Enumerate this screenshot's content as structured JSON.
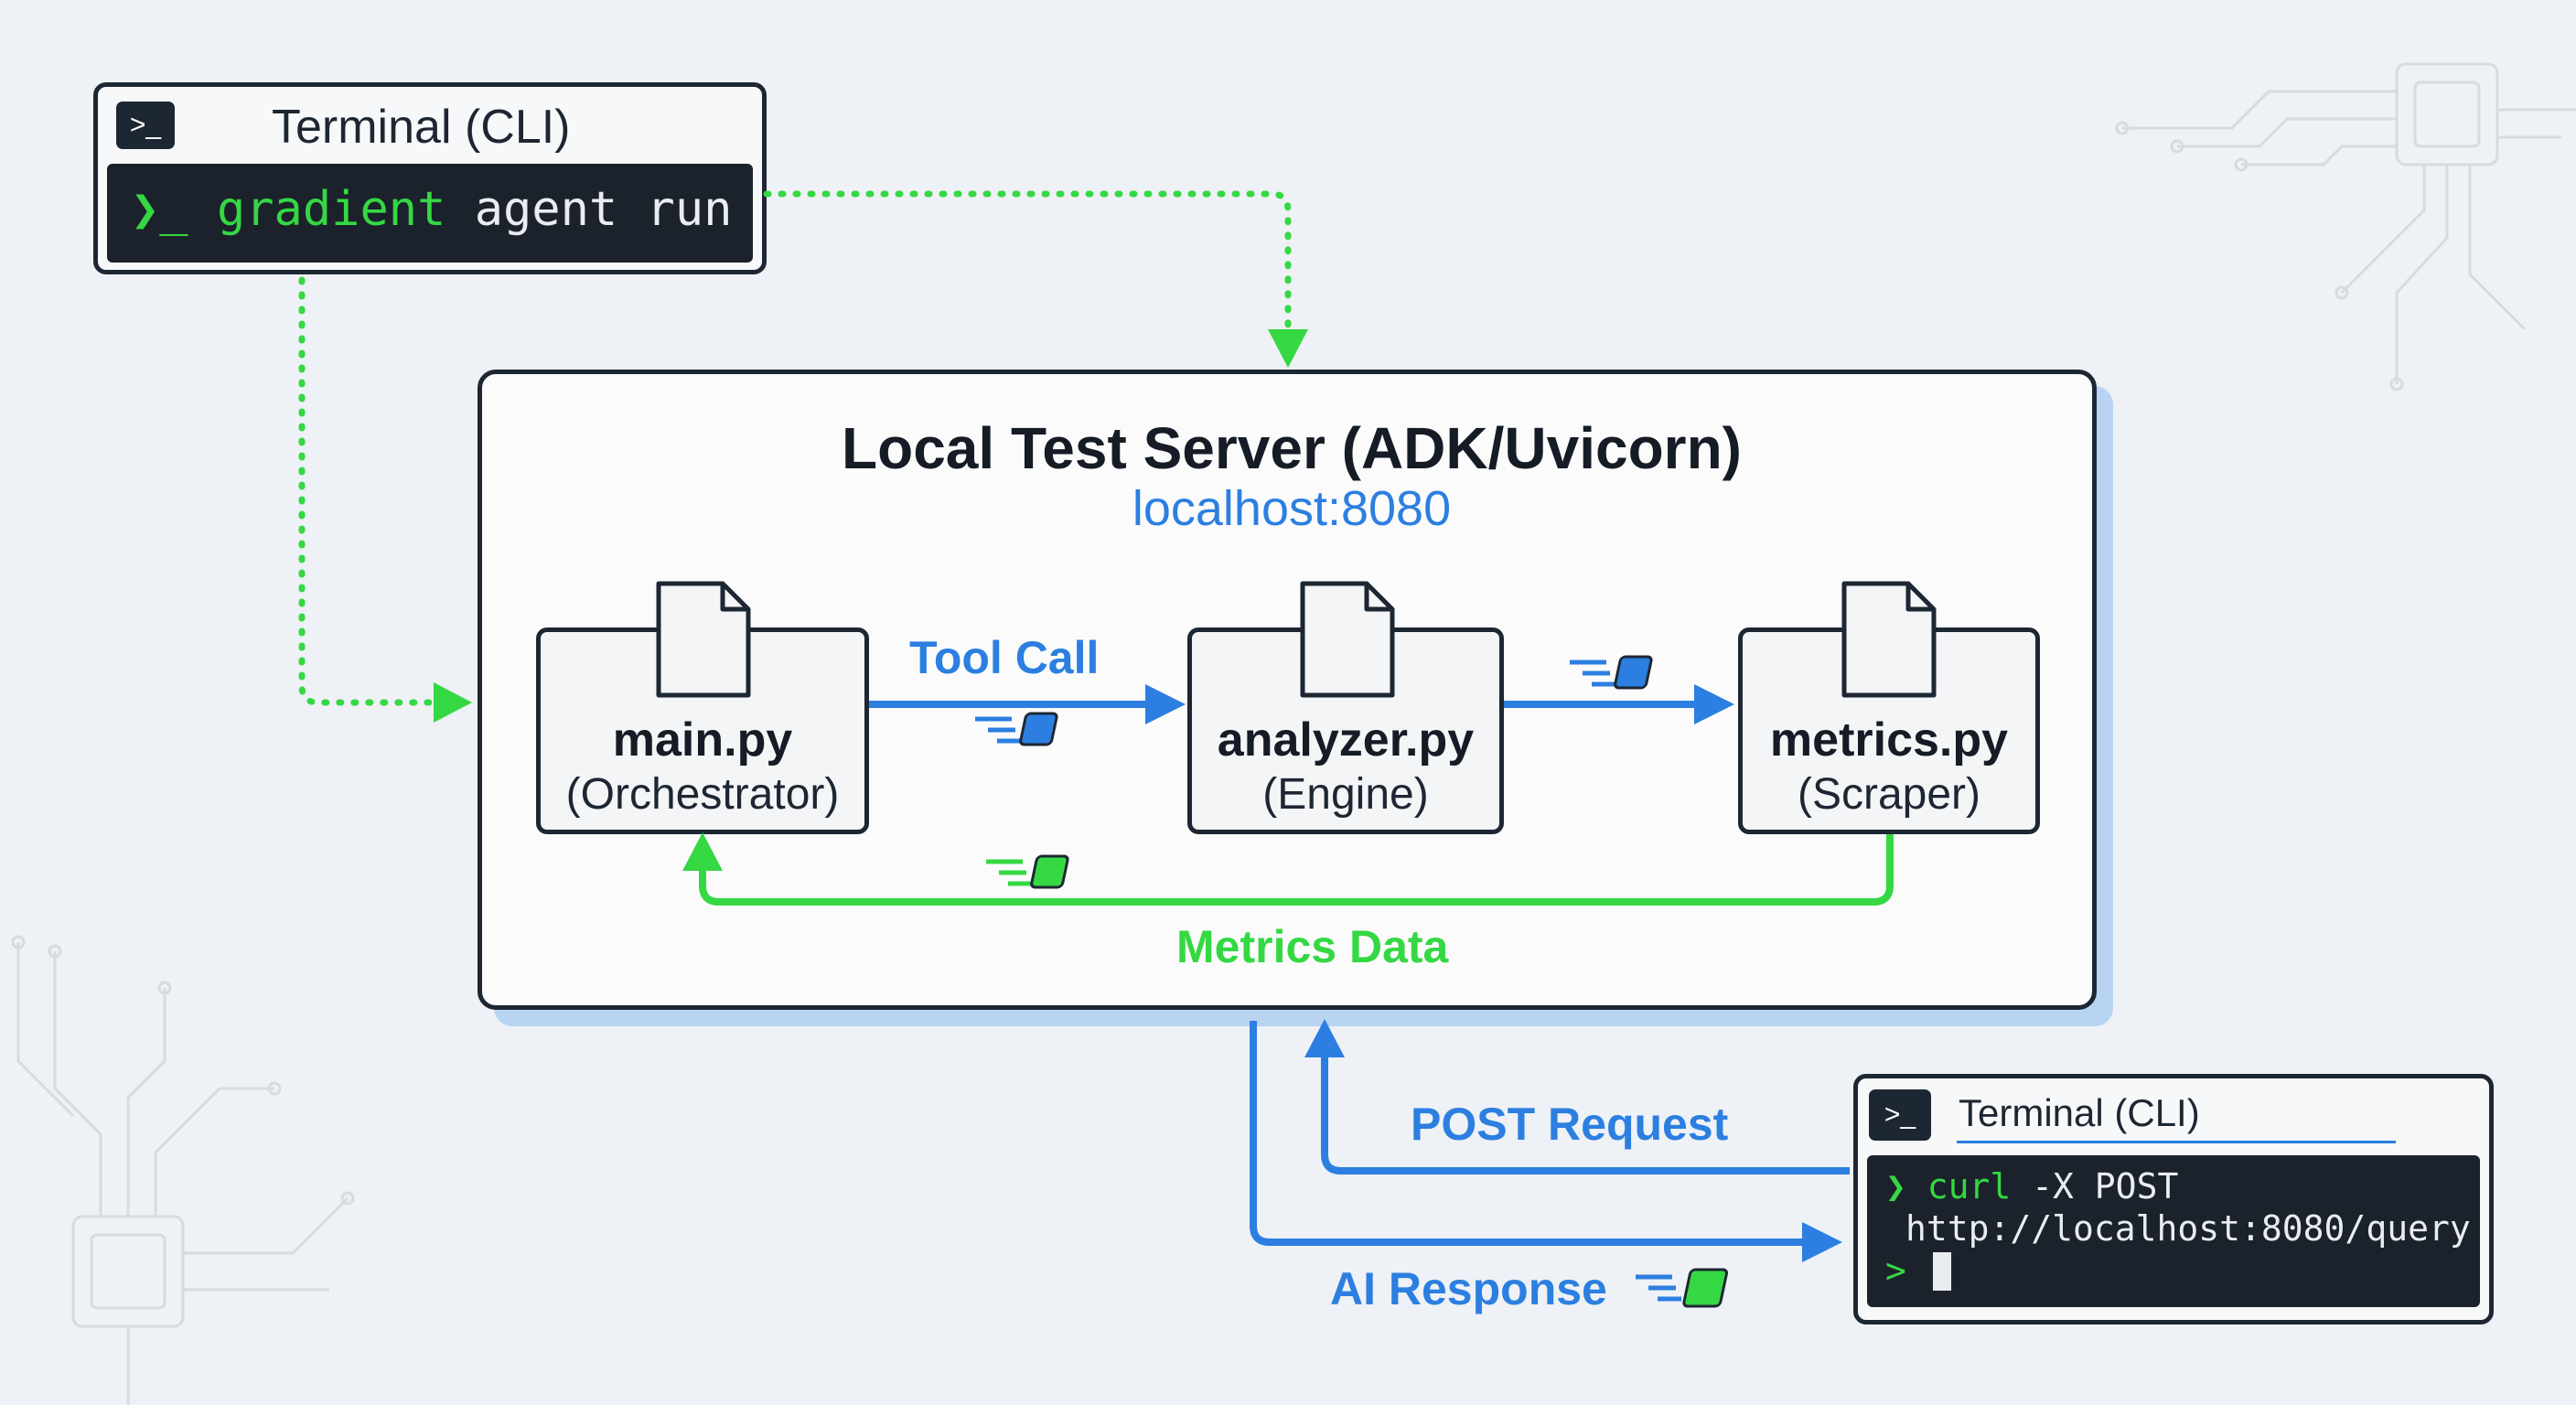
{
  "terminal_top": {
    "title": "Terminal (CLI)",
    "prompt_glyph": "❯_",
    "command_word": "gradient",
    "command_rest": " agent run"
  },
  "server": {
    "title": "Local Test Server (ADK/Uvicorn)",
    "host": "localhost:8080"
  },
  "files": [
    {
      "name": "main.py",
      "role": "(Orchestrator)"
    },
    {
      "name": "analyzer.py",
      "role": "(Engine)"
    },
    {
      "name": "metrics.py",
      "role": "(Scraper)"
    }
  ],
  "flows": {
    "tool_call": "Tool Call",
    "metrics_data": "Metrics Data",
    "post_request": "POST Request",
    "ai_response": "AI Response"
  },
  "terminal_bottom": {
    "title": "Terminal (CLI)",
    "line1_prompt": "❯",
    "line1_cmd": "curl",
    "line1_rest": " -X POST",
    "line2": "http://localhost:8080/query",
    "line3_prompt": ">"
  },
  "colors": {
    "blue": "#2c7fe0",
    "green": "#35d843",
    "dark": "#1d2733"
  },
  "icons": [
    "terminal-icon",
    "file-icon",
    "packet-icon",
    "chip-icon"
  ]
}
